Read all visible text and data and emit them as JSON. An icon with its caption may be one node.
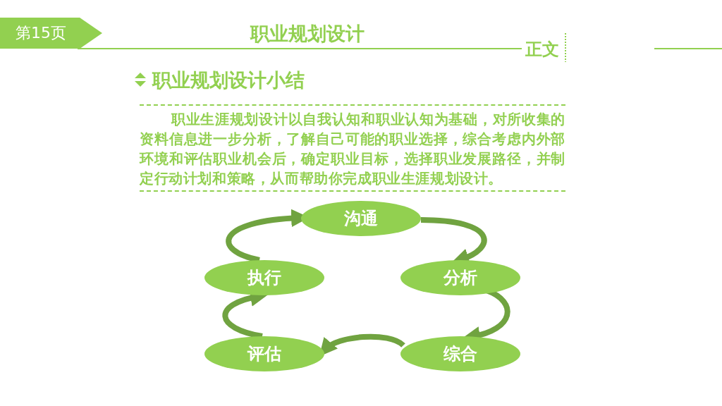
{
  "diagram": {
    "title": "职业规划设计",
    "nodes": [
      {
        "text": [
          "第15页"
        ]
      },
      {
        "text": [
          "沟通"
        ]
      },
      {
        "text": [
          "执行"
        ]
      },
      {
        "text": [
          "分析"
        ]
      },
      {
        "text": [
          "评估"
        ]
      },
      {
        "text": [
          "综合"
        ]
      }
    ],
    "edges": [
      {
        "from": 1,
        "to": 3,
        "arrow": "to"
      },
      {
        "from": 3,
        "to": 5,
        "arrow": "to"
      },
      {
        "from": 5,
        "to": 4,
        "arrow": "to"
      },
      {
        "from": 4,
        "to": 2,
        "arrow": "to"
      },
      {
        "from": 2,
        "to": 1,
        "arrow": "to"
      }
    ],
    "labels": [
      "正文",
      "职业规划设计小结",
      "职业生涯规划设计以自我认知和职业认知为基础，对所收集的资料信息进一步分析，了解自己可能的职业选择，综合考虑内外部环境和评估职业机会后，确定职业目标，选择职业发展路径，并制定行动计划和策略，从而帮助你完成职业生涯规划设计。"
    ]
  }
}
